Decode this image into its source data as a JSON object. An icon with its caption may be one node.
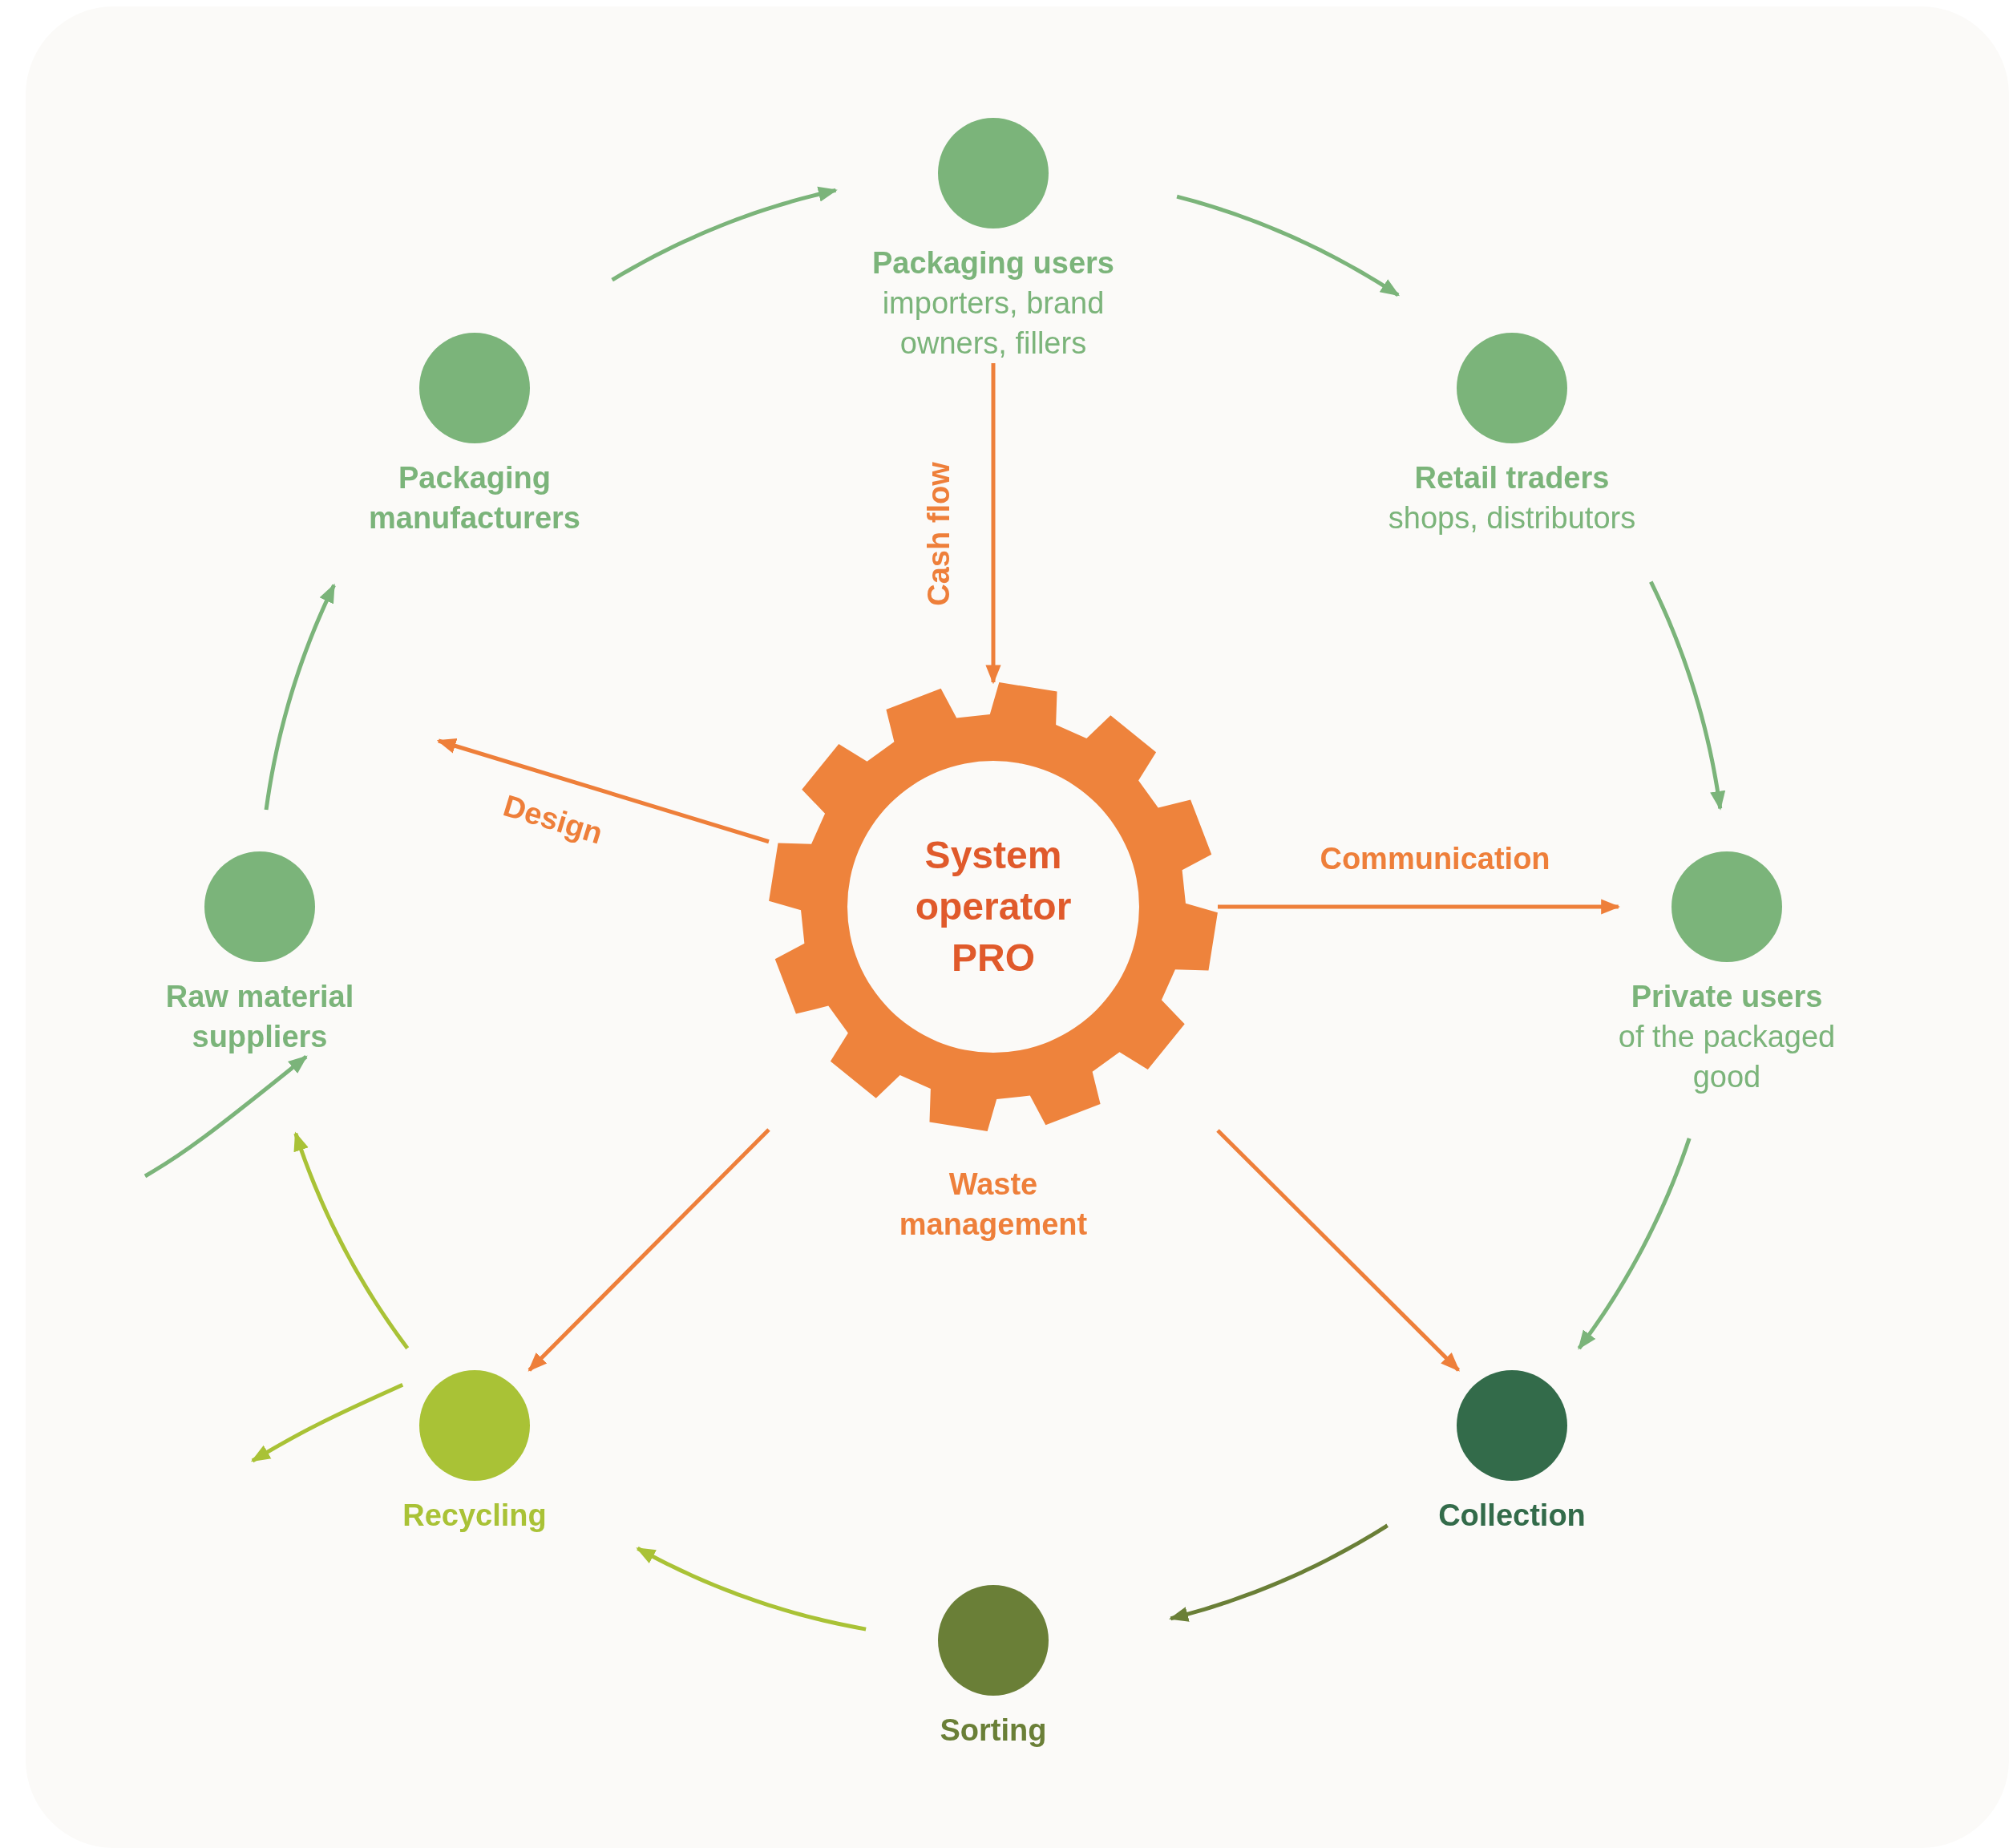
{
  "diagram": {
    "nodes": [
      {
        "text": [
          "Packaging users",
          "importers, brand owners, fillers"
        ]
      },
      {
        "text": [
          "Packaging manufacturers"
        ]
      },
      {
        "text": [
          "Retail traders",
          "shops, distributors"
        ]
      },
      {
        "text": [
          "Raw material suppliers"
        ]
      },
      {
        "text": [
          "System operator PRO"
        ]
      },
      {
        "text": [
          "Private users",
          "of the packaged good"
        ]
      },
      {
        "text": [
          "Recycling"
        ]
      },
      {
        "text": [
          "Collection"
        ]
      },
      {
        "text": [
          "Sorting"
        ]
      }
    ],
    "edges": [
      {
        "from": 1,
        "to": 0,
        "arrow": "to"
      },
      {
        "from": 0,
        "to": 2,
        "arrow": "to"
      },
      {
        "from": 2,
        "to": 5,
        "arrow": "to"
      },
      {
        "from": 5,
        "to": 7,
        "arrow": "to"
      },
      {
        "from": 7,
        "to": 8,
        "arrow": "to",
        "color": "#6a7f37"
      },
      {
        "from": 8,
        "to": 6,
        "arrow": "to",
        "color": "#a9c236"
      },
      {
        "from": 6,
        "to": 3,
        "arrow": "to",
        "color": "#a9c236"
      },
      {
        "from": 3,
        "to": 1,
        "arrow": "to"
      },
      {
        "from": null,
        "to": 3,
        "arrow": "to"
      },
      {
        "from": 6,
        "to": null,
        "arrow": "to",
        "color": "#a9c236"
      },
      {
        "from": 0,
        "to": 4,
        "arrow": "to",
        "label": "Cash flow",
        "color": "#ee7f3a"
      },
      {
        "from": 4,
        "to": null,
        "arrow": "to",
        "label": "Design",
        "color": "#ee7f3a"
      },
      {
        "from": 4,
        "to": 5,
        "arrow": "to",
        "label": "Communication",
        "color": "#ee7f3a"
      },
      {
        "from": 4,
        "to": 6,
        "arrow": "to",
        "color": "#ee7f3a"
      },
      {
        "from": 4,
        "to": 7,
        "arrow": "to",
        "color": "#ee7f3a"
      }
    ],
    "labels": [
      "Waste management"
    ]
  }
}
